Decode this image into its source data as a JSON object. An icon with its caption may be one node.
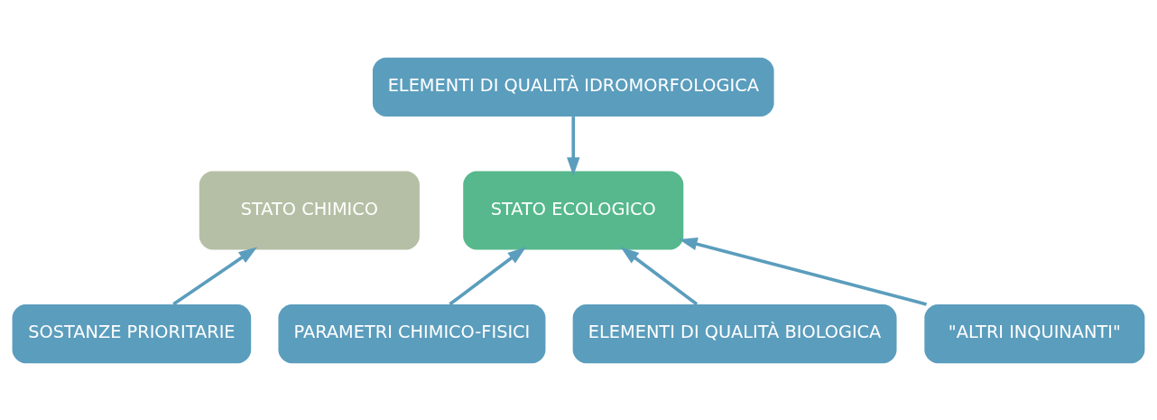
{
  "diagram": {
    "nodes": [
      {
        "text": [
          "ELEMENTI DI QUALITÀ IDROMORFOLOGICA"
        ]
      },
      {
        "text": [
          "STATO CHIMICO"
        ]
      },
      {
        "text": [
          "STATO ECOLOGICO"
        ]
      },
      {
        "text": [
          "SOSTANZE PRIORITARIE"
        ]
      },
      {
        "text": [
          "\"ALTRI INQUINANTI\""
        ]
      },
      {
        "text": [
          "PARAMETRI CHIMICO-FISICI"
        ]
      },
      {
        "text": [
          "ELEMENTI DI QUALITÀ BIOLOGICA"
        ]
      }
    ],
    "edges": [
      {
        "from": 0,
        "to": 2,
        "arrow": "to"
      },
      {
        "from": 3,
        "to": 1,
        "arrow": "to"
      },
      {
        "from": 4,
        "to": 2,
        "arrow": "to"
      },
      {
        "from": 5,
        "to": 2,
        "arrow": "to"
      },
      {
        "from": 6,
        "to": 2,
        "arrow": "to"
      }
    ]
  }
}
